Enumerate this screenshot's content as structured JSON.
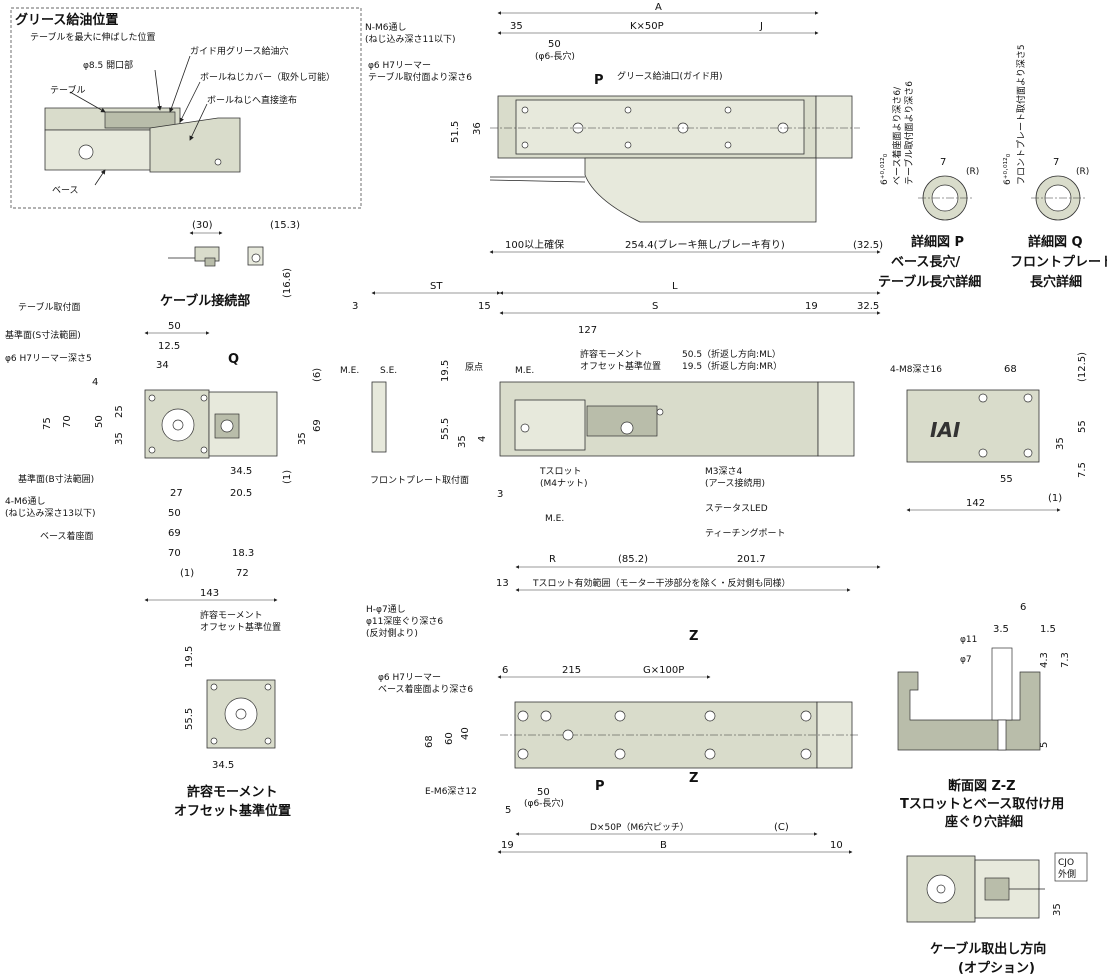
{
  "grease": {
    "title": "グリース給油位置",
    "subtitle": "テーブルを最大に伸ばした位置",
    "opening": "φ8.5 開口部",
    "guide_hole": "ガイド用グリース給油穴",
    "cover": "ボールねじカバー（取外し可能）",
    "screw": "ボールねじへ直接塗布",
    "table": "テーブル",
    "base": "ベース"
  },
  "cable_connection": {
    "title": "ケーブル接続部",
    "dim_30": "(30)",
    "dim_153": "(15.3)",
    "dim_166": "(16.6)"
  },
  "top_view": {
    "A": "A",
    "d35": "35",
    "kx50p": "K×50P",
    "J": "J",
    "nm6": "N-M6通し",
    "nm6_depth": "(ねじ込み深さ11以下)",
    "d50": "50",
    "phi6_long": "(φ6-長穴)",
    "phi6_reamer": "φ6 H7リーマー",
    "phi6_reamer_depth": "テーブル取付面より深さ6",
    "P": "P",
    "grease_port": "グリース給油口(ガイド用)",
    "d515": "51.5",
    "d36": "36",
    "d100": "100以上確保",
    "d2544": "254.4(ブレーキ無し/ブレーキ有り)",
    "d325": "(32.5)"
  },
  "detail_P": {
    "title": "詳細図 P",
    "line2": "ベース長穴/",
    "line3": "テーブル長穴詳細",
    "note1": "ベース着座面より深さ6/",
    "note2": "テーブル取付面より深さ6",
    "tol": "6",
    "tol_sup": "+0.012",
    "tol_sub": "0",
    "d7": "7",
    "R": "(R)"
  },
  "detail_Q": {
    "title": "詳細図 Q",
    "line2": "フロントプレート",
    "line3": "長穴詳細",
    "note1": "フロントプレート取付面より深さ5",
    "tol": "6",
    "tol_sup": "+0.012",
    "tol_sub": "0",
    "d7": "7",
    "R": "(R)"
  },
  "side_view": {
    "ST": "ST",
    "L": "L",
    "d3": "3",
    "d15": "15",
    "S": "S",
    "d19": "19",
    "d325": "32.5",
    "d127": "127",
    "ME": "M.E.",
    "SE": "S.E.",
    "origin": "原点",
    "moment1": "許容モーメント",
    "moment2": "オフセット基準位置",
    "d505": "50.5（折返し方向:ML）",
    "d195b": "19.5（折返し方向:MR）",
    "d195": "19.5",
    "d555": "55.5",
    "d35": "35",
    "d4": "4",
    "tslot": "Tスロット",
    "tslot_nut": "(M4ナット)",
    "m3": "M3深さ4",
    "m3_note": "(アース接続用)",
    "status_led": "ステータスLED",
    "teach_port": "ティーチングポート",
    "front_plate": "フロントプレート取付面",
    "d3b": "3",
    "R": "R",
    "d852": "(85.2)",
    "d2017": "201.7",
    "d13": "13",
    "tslot_range": "Tスロット有効範囲（モーター干渉部分を除く・反対側も同様）"
  },
  "front_view": {
    "table_mount": "テーブル取付面",
    "ref_s": "基準面(S寸法範囲)",
    "phi6_reamer5": "φ6 H7リーマー深さ5",
    "Q": "Q",
    "ref_b": "基準面(B寸法範囲)",
    "m6_4": "4-M6通し",
    "m6_4_depth": "(ねじ込み深さ13以下)",
    "base_seat": "ベース着座面",
    "d50": "50",
    "d125": "12.5",
    "d34": "34",
    "d4": "4",
    "d75": "75",
    "d70": "70",
    "d50v": "50",
    "d25": "25",
    "d35": "35",
    "d6": "(6)",
    "d69v": "69",
    "d35b": "35",
    "d345": "34.5",
    "d27": "27",
    "d205": "20.5",
    "d1": "(1)",
    "d50h": "50",
    "d69": "69",
    "d70h": "70",
    "d183": "18.3",
    "d1b": "(1)",
    "d72": "72",
    "d143": "143"
  },
  "offset_ref": {
    "label1": "許容モーメント",
    "label2": "オフセット基準位置",
    "d195": "19.5",
    "d555": "55.5",
    "d345": "34.5",
    "title1": "許容モーメント",
    "title2": "オフセット基準位置"
  },
  "end_view": {
    "m8": "4-M8深さ16",
    "d68": "68",
    "d125": "(12.5)",
    "d35": "35",
    "d55v": "55",
    "d55": "55",
    "d75": "7.5",
    "d142": "142",
    "d1": "(1)",
    "logo": "IAI"
  },
  "bottom_view": {
    "h_phi7": "H-φ7通し",
    "h_phi11": "φ11深座ぐり深さ6",
    "h_opp": "(反対側より)",
    "phi6_reamer": "φ6 H7リーマー",
    "phi6_depth": "ベース着座面より深さ6",
    "d6": "6",
    "d215": "215",
    "gx100p": "G×100P",
    "Z": "Z",
    "d68": "68",
    "d40": "40",
    "d60": "60",
    "e_m6": "E-M6深さ12",
    "d50": "50",
    "phi6_long": "(φ6-長穴)",
    "P": "P",
    "d5": "5",
    "dx50p": "D×50P（M6穴ピッチ）",
    "C": "(C)",
    "d19": "19",
    "B": "B",
    "d10": "10"
  },
  "section_zz": {
    "d6": "6",
    "phi11": "φ11",
    "d35": "3.5",
    "d15": "1.5",
    "phi7": "φ7",
    "d43": "4.3",
    "d73": "7.3",
    "d5": "5",
    "title1": "断面図 Z-Z",
    "title2": "Tスロットとベース取付け用",
    "title3": "座ぐり穴詳細"
  },
  "cable_option": {
    "cjo": "CJO",
    "cjo2": "外側",
    "d35": "35",
    "title1": "ケーブル取出し方向",
    "title2": "(オプション)"
  },
  "colors": {
    "body": "#d9dccb",
    "line": "#222222"
  }
}
